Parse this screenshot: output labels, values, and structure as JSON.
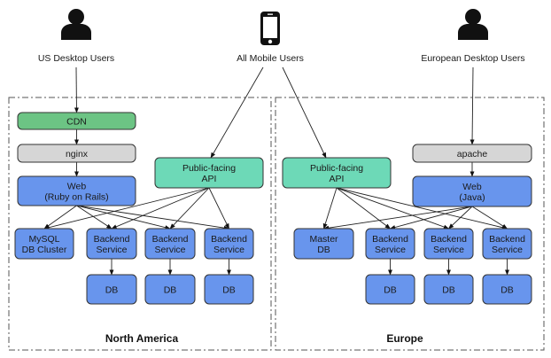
{
  "colors": {
    "cdn": "#6cc484",
    "proxy": "#d6d6d6",
    "service": "#6895ed",
    "api": "#6dd9b7",
    "edge": "#222222",
    "border": "#555555"
  },
  "actors": [
    {
      "id": "us_desktop",
      "label": "US Desktop Users",
      "icon": "person-icon"
    },
    {
      "id": "mobile",
      "label": "All Mobile Users",
      "icon": "smartphone-icon"
    },
    {
      "id": "eu_desktop",
      "label": "European Desktop Users",
      "icon": "person-icon"
    }
  ],
  "regions": [
    {
      "id": "north_america",
      "title": "North America",
      "nodes": [
        {
          "id": "na_cdn",
          "lines": [
            "CDN"
          ],
          "kind": "cdn"
        },
        {
          "id": "na_nginx",
          "lines": [
            "nginx"
          ],
          "kind": "proxy"
        },
        {
          "id": "na_web",
          "lines": [
            "Web",
            "(Ruby on Rails)"
          ],
          "kind": "service"
        },
        {
          "id": "na_api",
          "lines": [
            "Public-facing",
            "API"
          ],
          "kind": "api"
        },
        {
          "id": "na_mysql",
          "lines": [
            "MySQL",
            "DB Cluster"
          ],
          "kind": "service"
        },
        {
          "id": "na_be1",
          "lines": [
            "Backend",
            "Service"
          ],
          "kind": "service"
        },
        {
          "id": "na_be2",
          "lines": [
            "Backend",
            "Service"
          ],
          "kind": "service"
        },
        {
          "id": "na_be3",
          "lines": [
            "Backend",
            "Service"
          ],
          "kind": "service"
        },
        {
          "id": "na_db1",
          "lines": [
            "DB"
          ],
          "kind": "service"
        },
        {
          "id": "na_db2",
          "lines": [
            "DB"
          ],
          "kind": "service"
        },
        {
          "id": "na_db3",
          "lines": [
            "DB"
          ],
          "kind": "service"
        }
      ]
    },
    {
      "id": "europe",
      "title": "Europe",
      "nodes": [
        {
          "id": "eu_api",
          "lines": [
            "Public-facing",
            "API"
          ],
          "kind": "api"
        },
        {
          "id": "eu_apache",
          "lines": [
            "apache"
          ],
          "kind": "proxy"
        },
        {
          "id": "eu_web",
          "lines": [
            "Web",
            "(Java)"
          ],
          "kind": "service"
        },
        {
          "id": "eu_master",
          "lines": [
            "Master",
            "DB"
          ],
          "kind": "service"
        },
        {
          "id": "eu_be1",
          "lines": [
            "Backend",
            "Service"
          ],
          "kind": "service"
        },
        {
          "id": "eu_be2",
          "lines": [
            "Backend",
            "Service"
          ],
          "kind": "service"
        },
        {
          "id": "eu_be3",
          "lines": [
            "Backend",
            "Service"
          ],
          "kind": "service"
        },
        {
          "id": "eu_db1",
          "lines": [
            "DB"
          ],
          "kind": "service"
        },
        {
          "id": "eu_db2",
          "lines": [
            "DB"
          ],
          "kind": "service"
        },
        {
          "id": "eu_db3",
          "lines": [
            "DB"
          ],
          "kind": "service"
        }
      ]
    }
  ],
  "edges": [
    [
      "us_desktop",
      "na_cdn"
    ],
    [
      "na_cdn",
      "na_nginx"
    ],
    [
      "na_nginx",
      "na_web"
    ],
    [
      "mobile",
      "na_api"
    ],
    [
      "mobile",
      "eu_api"
    ],
    [
      "na_web",
      "na_mysql"
    ],
    [
      "na_web",
      "na_be1"
    ],
    [
      "na_web",
      "na_be2"
    ],
    [
      "na_web",
      "na_be3"
    ],
    [
      "na_api",
      "na_mysql"
    ],
    [
      "na_api",
      "na_be1"
    ],
    [
      "na_api",
      "na_be2"
    ],
    [
      "na_api",
      "na_be3"
    ],
    [
      "na_be1",
      "na_db1"
    ],
    [
      "na_be2",
      "na_db2"
    ],
    [
      "na_be3",
      "na_db3"
    ],
    [
      "eu_desktop",
      "eu_apache"
    ],
    [
      "eu_apache",
      "eu_web"
    ],
    [
      "eu_api",
      "eu_master"
    ],
    [
      "eu_api",
      "eu_be1"
    ],
    [
      "eu_api",
      "eu_be2"
    ],
    [
      "eu_api",
      "eu_be3"
    ],
    [
      "eu_web",
      "eu_master"
    ],
    [
      "eu_web",
      "eu_be1"
    ],
    [
      "eu_web",
      "eu_be2"
    ],
    [
      "eu_web",
      "eu_be3"
    ],
    [
      "eu_be1",
      "eu_db1"
    ],
    [
      "eu_be2",
      "eu_db2"
    ],
    [
      "eu_be3",
      "eu_db3"
    ]
  ]
}
